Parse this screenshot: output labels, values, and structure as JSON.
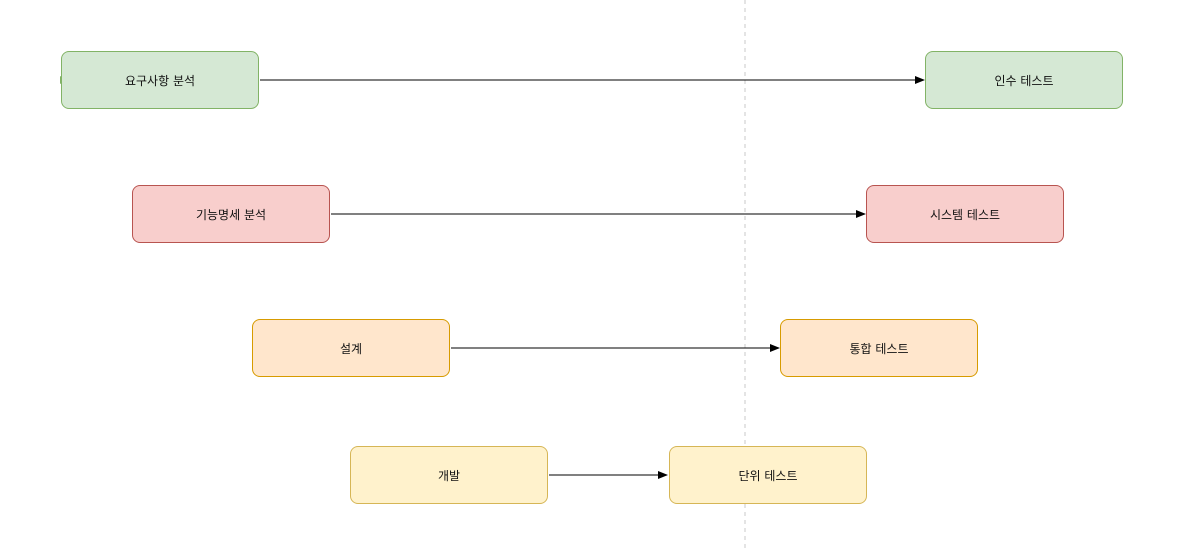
{
  "nodes": {
    "req_analysis": {
      "label": "요구사항 분석"
    },
    "acceptance_test": {
      "label": "인수 테스트"
    },
    "func_spec": {
      "label": "기능명세 분석"
    },
    "system_test": {
      "label": "시스템 테스트"
    },
    "design": {
      "label": "설계"
    },
    "integration_test": {
      "label": "통합 테스트"
    },
    "development": {
      "label": "개발"
    },
    "unit_test": {
      "label": "단위 테스트"
    }
  },
  "colors": {
    "green_fill": "#d5e8d4",
    "green_stroke": "#82b366",
    "red_fill": "#f8cecc",
    "red_stroke": "#b85450",
    "orange_fill": "#ffe6cc",
    "orange_stroke": "#d79b00",
    "yellow_fill": "#fff2cc",
    "yellow_stroke": "#d6b656",
    "edge": "#000000",
    "divider": "#c8c8c8"
  },
  "edges": [
    {
      "from": "req_analysis",
      "to": "acceptance_test"
    },
    {
      "from": "func_spec",
      "to": "system_test"
    },
    {
      "from": "design",
      "to": "integration_test"
    },
    {
      "from": "development",
      "to": "unit_test"
    }
  ]
}
